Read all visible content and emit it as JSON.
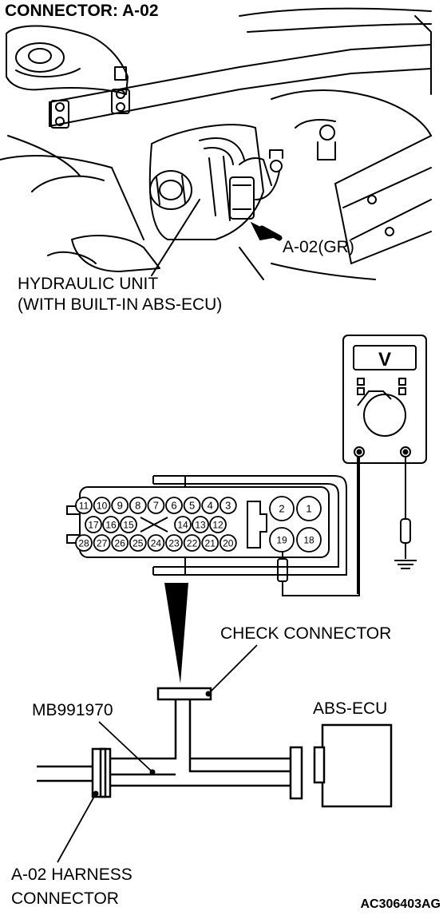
{
  "title": "CONNECTOR: A-02",
  "engine_labels": {
    "connector_callout": "A-02(GR)",
    "hydraulic_unit_line1": "HYDRAULIC UNIT",
    "hydraulic_unit_line2": "(WITH BUILT-IN ABS-ECU)"
  },
  "meter": {
    "display_symbol": "V"
  },
  "connector_pins": {
    "row_top": [
      "11",
      "10",
      "9",
      "8",
      "7",
      "6",
      "5",
      "4",
      "3"
    ],
    "row_middle": [
      "17",
      "16",
      "15",
      "14",
      "13",
      "12"
    ],
    "row_bottom": [
      "28",
      "27",
      "26",
      "25",
      "24",
      "23",
      "22",
      "21",
      "20"
    ],
    "right_block": [
      "2",
      "1",
      "19",
      "18"
    ]
  },
  "harness_labels": {
    "check_connector": "CHECK CONNECTOR",
    "tool": "MB991970",
    "ecu": "ABS-ECU",
    "harness_line1": "A-02 HARNESS",
    "harness_line2": "CONNECTOR"
  },
  "figure_code": "AC306403AG"
}
